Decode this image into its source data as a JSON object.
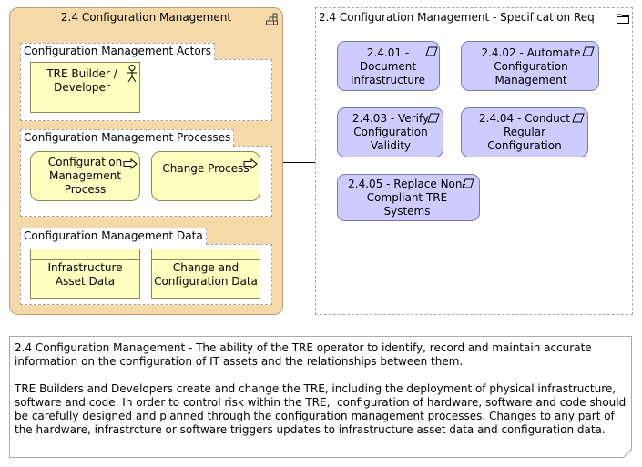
{
  "capability": {
    "title": "2.4 Configuration Management",
    "icon": "capability-icon"
  },
  "groups": {
    "actors": {
      "label": "Configuration Management Actors"
    },
    "processes": {
      "label": "Configuration Management Processes"
    },
    "data": {
      "label": "Configuration Management Data"
    }
  },
  "elements": {
    "actor": {
      "label": "TRE Builder / Developer",
      "icon": "actor-icon"
    },
    "process1": {
      "label": "Configuration Management Process",
      "icon": "process-arrow-icon"
    },
    "process2": {
      "label": "Change Process",
      "icon": "process-arrow-icon"
    },
    "data1": {
      "label": "Infrastructure Asset Data"
    },
    "data2": {
      "label": "Change and Configuration Data"
    }
  },
  "spec": {
    "label": "2.4 Configuration Management - Specification Req",
    "icon": "folder-icon",
    "requirements": [
      {
        "label": "2.4.01 - Document Infrastructure"
      },
      {
        "label": "2.4.02 - Automate Configuration Management"
      },
      {
        "label": "2.4.03 - Verify Configuration Validity"
      },
      {
        "label": "2.4.04 - Conduct Regular Configuration"
      },
      {
        "label": "2.4.05 - Replace Non-Compliant TRE Systems"
      }
    ],
    "requirement_icon": "requirement-icon"
  },
  "note": {
    "text": "2.4 Configuration Management - The ability of the TRE operator to identify, record and maintain accurate information on the configuration of IT assets and the relationships between them.\n\nTRE Builders and Developers create and change the TRE, including the deployment of physical infrastructure, software and code. In order to control risk within the TRE,  configuration of hardware, software and code should be carefully designed and planned through the configuration management processes. Changes to any part of the hardware, infrastrcture or software triggers updates to infrastructure asset data and configuration data."
  },
  "colors": {
    "capability_fill": "#f5d9a8",
    "element_fill": "#ffffc0",
    "requirement_fill": "#ccccff"
  }
}
